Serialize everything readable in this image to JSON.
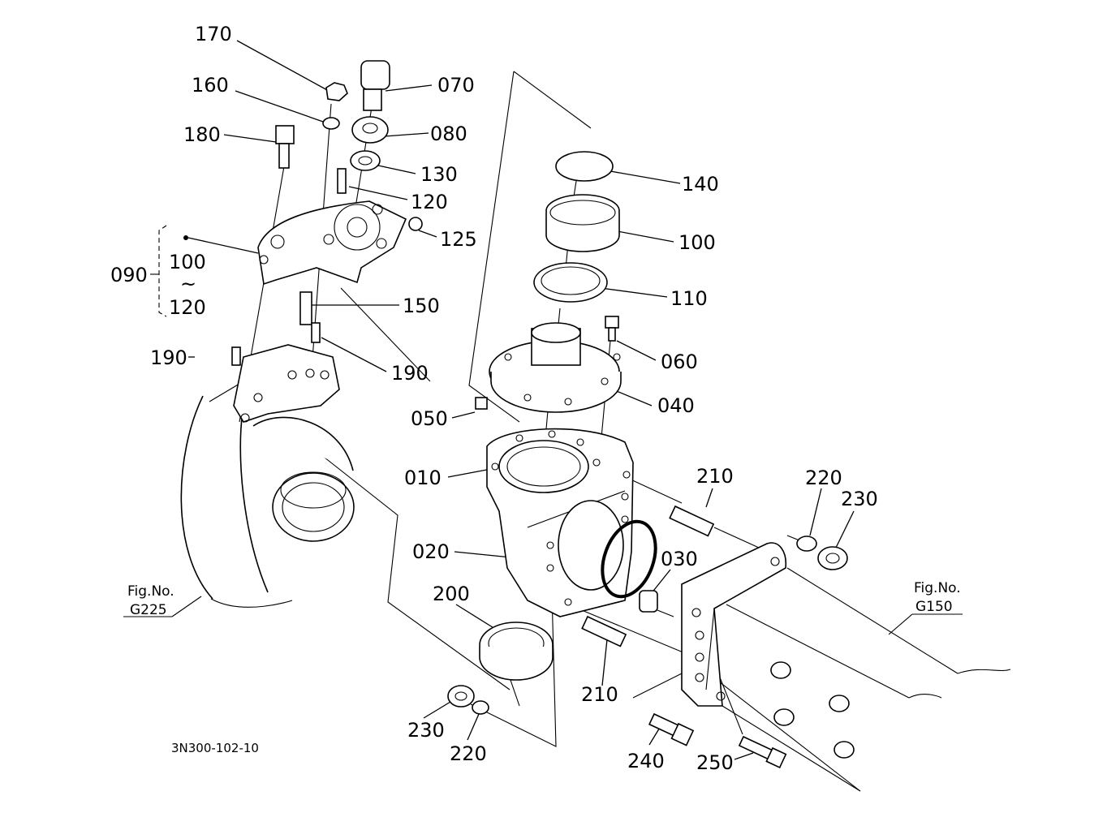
{
  "document_code": "3N300-102-10",
  "group_label": {
    "id": "090",
    "range_start": "100",
    "tilde": "~",
    "range_end": "120"
  },
  "figure_refs": [
    {
      "line1": "Fig.No.",
      "line2": "G225"
    },
    {
      "line1": "Fig.No.",
      "line2": "G150"
    }
  ],
  "callouts": [
    {
      "num": "170"
    },
    {
      "num": "160"
    },
    {
      "num": "070"
    },
    {
      "num": "180"
    },
    {
      "num": "080"
    },
    {
      "num": "130"
    },
    {
      "num": "120"
    },
    {
      "num": "125"
    },
    {
      "num": "150"
    },
    {
      "num": "190"
    },
    {
      "num": "190"
    },
    {
      "num": "140"
    },
    {
      "num": "100"
    },
    {
      "num": "110"
    },
    {
      "num": "060"
    },
    {
      "num": "040"
    },
    {
      "num": "050"
    },
    {
      "num": "010"
    },
    {
      "num": "210"
    },
    {
      "num": "220"
    },
    {
      "num": "230"
    },
    {
      "num": "020"
    },
    {
      "num": "030"
    },
    {
      "num": "200"
    },
    {
      "num": "210"
    },
    {
      "num": "230"
    },
    {
      "num": "220"
    },
    {
      "num": "240"
    },
    {
      "num": "250"
    }
  ]
}
